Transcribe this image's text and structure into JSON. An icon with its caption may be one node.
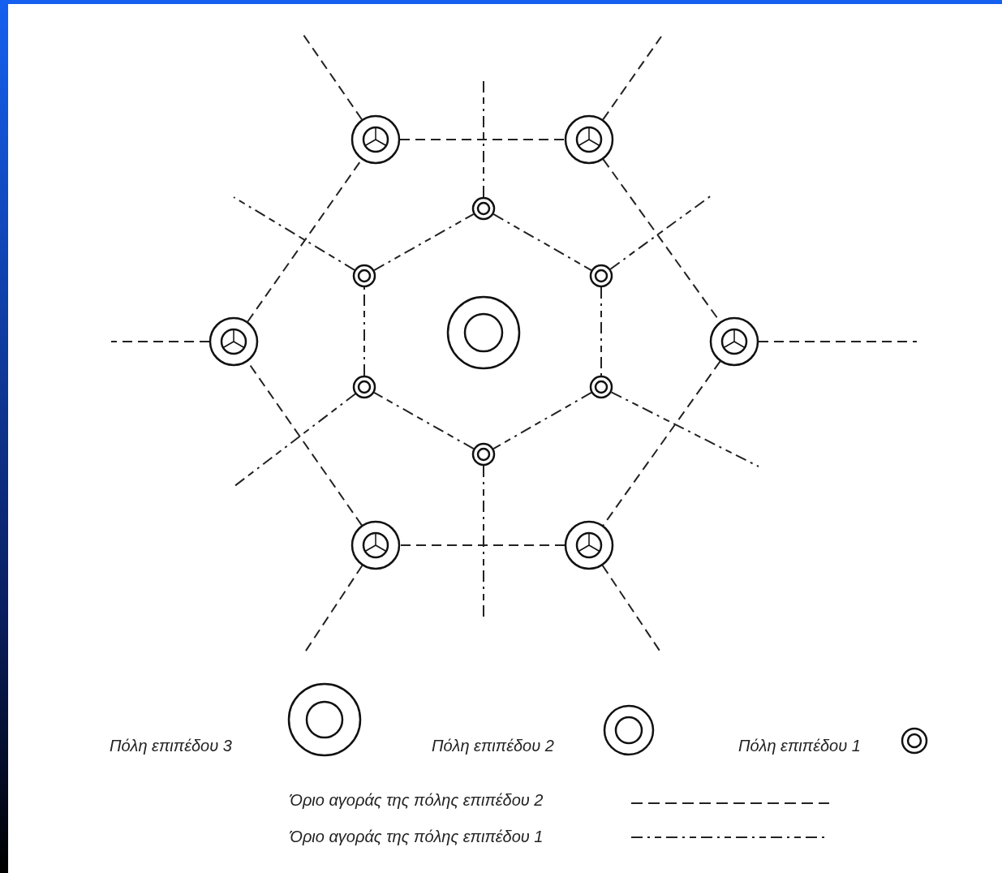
{
  "diagram": {
    "nodes": [
      {
        "text": [],
        "shape": "circle"
      },
      {
        "text": [],
        "shape": "circle"
      },
      {
        "text": [],
        "shape": "circle"
      },
      {
        "text": [],
        "shape": "circle"
      },
      {
        "text": [],
        "shape": "circle"
      },
      {
        "text": [],
        "shape": "circle"
      },
      {
        "text": [],
        "shape": "circle"
      },
      {
        "text": [],
        "shape": "circle"
      },
      {
        "text": [],
        "shape": "circle"
      },
      {
        "text": [],
        "shape": "circle"
      },
      {
        "text": [],
        "shape": "circle"
      },
      {
        "text": [],
        "shape": "circle"
      },
      {
        "text": [],
        "shape": "circle"
      }
    ],
    "edges": [
      {
        "from": 0,
        "to": 1,
        "arrow": "none",
        "style": "dashed"
      },
      {
        "from": 1,
        "to": 7,
        "arrow": "none",
        "style": "dashed"
      },
      {
        "from": 7,
        "to": 12,
        "arrow": "none",
        "style": "dashed"
      },
      {
        "from": 12,
        "to": 11,
        "arrow": "none",
        "style": "dashed"
      },
      {
        "from": 11,
        "to": 5,
        "arrow": "none",
        "style": "dashed"
      },
      {
        "from": 5,
        "to": 0,
        "arrow": "none",
        "style": "dashed"
      },
      {
        "from": 2,
        "to": 4,
        "arrow": "none",
        "style": "dashed"
      },
      {
        "from": 4,
        "to": 9,
        "arrow": "none",
        "style": "dashed"
      },
      {
        "from": 9,
        "to": 10,
        "arrow": "none",
        "style": "dashed"
      },
      {
        "from": 10,
        "to": 8,
        "arrow": "none",
        "style": "dashed"
      },
      {
        "from": 8,
        "to": 3,
        "arrow": "none",
        "style": "dashed"
      },
      {
        "from": 3,
        "to": 2,
        "arrow": "none",
        "style": "dashed"
      },
      {
        "from": 0,
        "to": null,
        "arrow": "none",
        "style": "dashed"
      },
      {
        "from": 1,
        "to": null,
        "arrow": "none",
        "style": "dashed"
      },
      {
        "from": 7,
        "to": null,
        "arrow": "none",
        "style": "dashed"
      },
      {
        "from": 12,
        "to": null,
        "arrow": "none",
        "style": "dashed"
      },
      {
        "from": 11,
        "to": null,
        "arrow": "none",
        "style": "dashed"
      },
      {
        "from": 5,
        "to": null,
        "arrow": "none",
        "style": "dashed"
      },
      {
        "from": 2,
        "to": null,
        "arrow": "none",
        "style": "dashed"
      },
      {
        "from": 4,
        "to": null,
        "arrow": "none",
        "style": "dashed"
      },
      {
        "from": 9,
        "to": null,
        "arrow": "none",
        "style": "dashed"
      },
      {
        "from": 10,
        "to": null,
        "arrow": "none",
        "style": "dashed"
      },
      {
        "from": 8,
        "to": null,
        "arrow": "none",
        "style": "dashed"
      },
      {
        "from": 3,
        "to": null,
        "arrow": "none",
        "style": "dashed"
      }
    ],
    "legend": [
      {
        "text": "Πόλη επιπέδου 3"
      },
      {
        "text": "Πόλη επιπέδου 2"
      },
      {
        "text": "Πόλη επιπέδου 1"
      },
      {
        "text": "Όριο αγοράς της πόλης επιπέδου 2"
      },
      {
        "text": "Όριο αγοράς της πόλης επιπέδου 1"
      }
    ]
  }
}
